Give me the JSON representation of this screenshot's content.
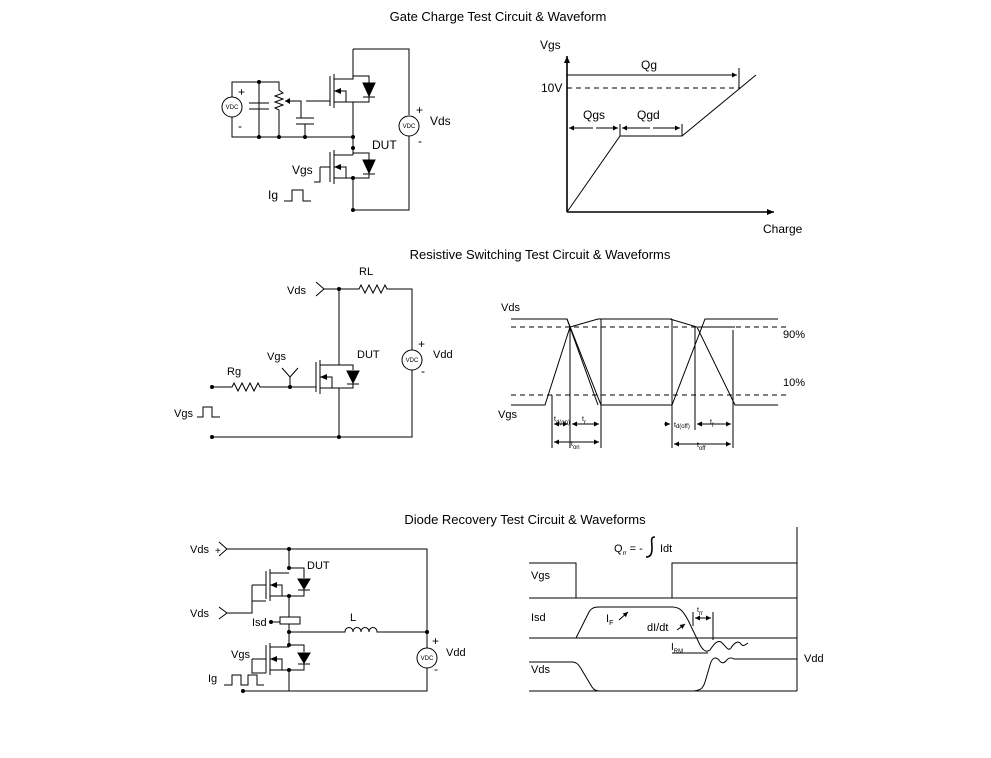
{
  "titles": {
    "gate_charge": "Gate Charge Test Circuit & Waveform",
    "resistive": "Resistive Switching Test Circuit & Waveforms",
    "diode": "Diode Recovery Test Circuit & Waveforms"
  },
  "gate_charge": {
    "circuit": {
      "plus": "+",
      "minus": "-",
      "vdc": "VDC",
      "vds_plus": "+",
      "vds_label": "Vds",
      "vds_minus": "-",
      "dut": "DUT",
      "vgs": "Vgs",
      "ig": "Ig"
    },
    "waveform": {
      "y_axis": "Vgs",
      "x_axis": "Charge",
      "level": "10V",
      "qg": "Qg",
      "qgs": "Qgs",
      "qgd": "Qgd"
    }
  },
  "resistive": {
    "circuit": {
      "vds": "Vds",
      "rl": "RL",
      "vgs": "Vgs",
      "dut": "DUT",
      "rg": "Rg",
      "vgs_pulse": "Vgs",
      "vdc": "VDC",
      "vdd_plus": "+",
      "vdd": "Vdd",
      "vdd_minus": "-"
    },
    "waveform": {
      "vds": "Vds",
      "vgs": "Vgs",
      "p90": "90%",
      "p10": "10%",
      "td_on_t": "t",
      "td_on_sub": "d(on)",
      "tr_t": "t",
      "tr_sub": "r",
      "ton_t": "t",
      "ton_sub": "on",
      "td_off_t": "t",
      "td_off_sub": "d(off)",
      "tf_t": "t",
      "tf_sub": "f",
      "toff_t": "t",
      "toff_sub": "off"
    }
  },
  "diode": {
    "circuit": {
      "vds_top": "Vds",
      "vds_top_plus": "+",
      "dut": "DUT",
      "vds_mid": "Vds",
      "isd": "Isd",
      "l": "L",
      "vgs": "Vgs",
      "ig": "Ig",
      "vdc": "VDC",
      "vdd_plus": "+",
      "vdd": "Vdd",
      "vdd_minus": "-"
    },
    "waveform": {
      "formula_q": "Q",
      "formula_sub": "rr",
      "formula_eq": " = -",
      "formula_int": "Idt",
      "vgs": "Vgs",
      "isd": "Isd",
      "if_t": "I",
      "if_sub": "F",
      "didt": "dI/dt",
      "trr_t": "t",
      "trr_sub": "rr",
      "irm_t": "I",
      "irm_sub": "RM",
      "vds": "Vds",
      "vdd": "Vdd"
    }
  }
}
